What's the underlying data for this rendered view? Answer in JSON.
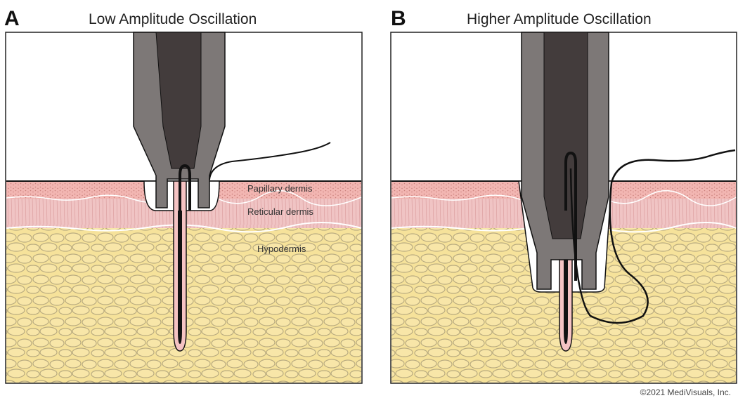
{
  "panels": [
    {
      "letter": "A",
      "title": "Low Amplitude Oscillation"
    },
    {
      "letter": "B",
      "title": "Higher Amplitude Oscillation"
    }
  ],
  "layers": {
    "papillary": "Papillary dermis",
    "reticular": "Reticular dermis",
    "hypodermis": "Hypodermis"
  },
  "copyright": "©2021 MediVisuals, Inc.",
  "colors": {
    "papillary": "#f2b6b2",
    "reticular": "#f0c4c4",
    "hypodermis": "#f6e29a",
    "fat_outline": "#b9ab80",
    "instrument_outer": "#7d7877",
    "instrument_inner": "#433c3c",
    "follicle": "#f5c3c3"
  }
}
